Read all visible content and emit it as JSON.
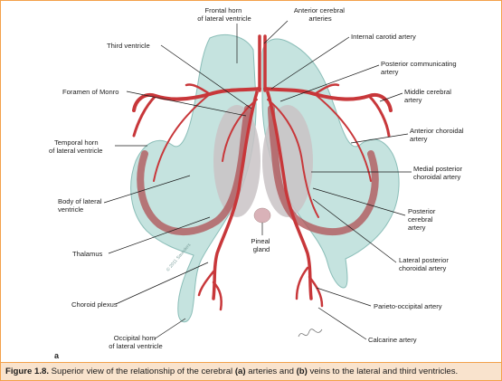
{
  "panel_letter": "a",
  "caption": {
    "prefix": "Figure 1.8.",
    "text_1": "  Superior view of the relationship of the cerebral ",
    "a": "(a)",
    "text_2": " arteries and ",
    "b": "(b)",
    "text_3": " veins to the lateral and third ventricles."
  },
  "labels": {
    "frontal_horn": [
      "Frontal horn",
      "of lateral ventricle"
    ],
    "third_ventricle": "Third ventricle",
    "foramen_monro": "Foramen of Monro",
    "temporal_horn": [
      "Temporal horn",
      "of lateral ventricle"
    ],
    "body_lateral": [
      "Body of lateral",
      "ventricle"
    ],
    "thalamus": "Thalamus",
    "choroid_plexus": "Choroid plexus",
    "occipital_horn": [
      "Occipital horn",
      "of lateral ventricle"
    ],
    "pineal": [
      "Pineal",
      "gland"
    ],
    "anterior_cerebral": [
      "Anterior cerebral",
      "arteries"
    ],
    "internal_carotid": "Internal carotid artery",
    "posterior_communicating": [
      "Posterior communicating",
      "artery"
    ],
    "middle_cerebral": [
      "Middle cerebral",
      "artery"
    ],
    "anterior_choroidal": [
      "Anterior choroidal",
      "artery"
    ],
    "medial_posterior_choroidal": [
      "Medial posterior",
      "choroidal artery"
    ],
    "posterior_cerebral": [
      "Posterior",
      "cerebral",
      "artery"
    ],
    "lateral_posterior_choroidal": [
      "Lateral posterior",
      "choroidal artery"
    ],
    "parieto_occipital": "Parieto-occipital artery",
    "calcarine": "Calcarine artery"
  },
  "colors": {
    "ventricle_fill": "#bfe0dc",
    "ventricle_stroke": "#7fb7b1",
    "artery": "#c8373a",
    "artery_dark": "#9e2226",
    "thalamus_fill": "#c9c3c6",
    "choroid": "#b0595c",
    "caption_bg": "#f9e3cd",
    "frame": "#f3a14a"
  },
  "icons": [
    "copyright-watermark",
    "artist-signature"
  ]
}
